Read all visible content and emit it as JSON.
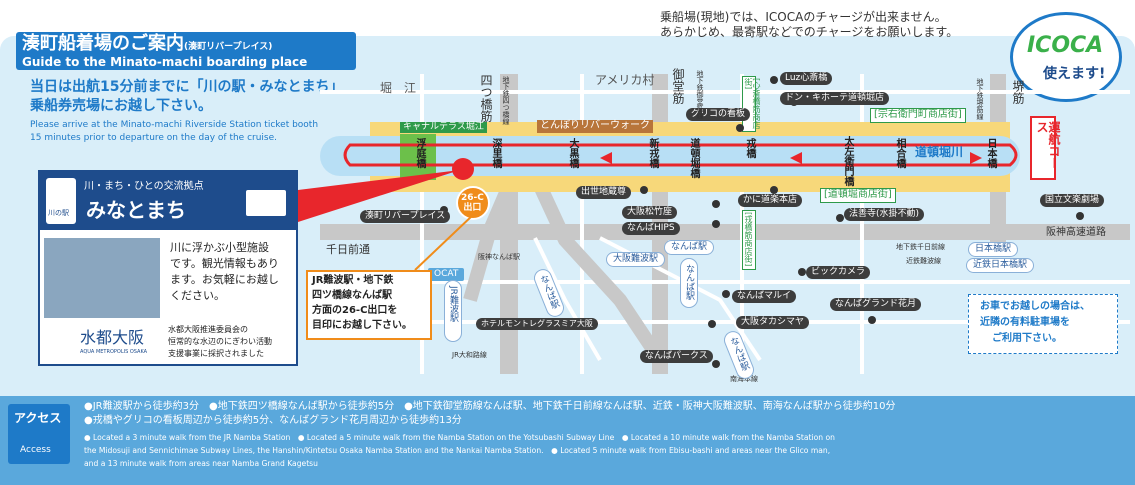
{
  "notice": {
    "line1": "乗船場(現地)では、ICOCAのチャージが出来ません。",
    "line2": "あらかじめ、最寄駅などでのチャージをお願いします。"
  },
  "icoca": {
    "logo": "ICOCA",
    "caption": "使えます!"
  },
  "header": {
    "title": "湊町船着場のご案内",
    "title_sub": "(湊町リバープレイス)",
    "subtitle_en": "Guide to the Minato-machi boarding place",
    "jp_line1": "当日は出航15分前までに「川の駅・みなとまち」",
    "jp_line2": "乗船券売場にお越し下さい。",
    "en_line1": "Please arrive at the Minato-machi Riverside Station ticket booth",
    "en_line2": "15 minutes prior to departure on the day of the cruise."
  },
  "area_labels": {
    "horie": "堀　江",
    "america_mura": "アメリカ村",
    "shinsaibashi_suji_hdr": "[心斎橋筋商店街]",
    "luz": "Luz心斎橋",
    "donki": "ドン・キホーテ道頓堀店",
    "sotoemon": "[宗右衛門町商店街]",
    "canal_terrace": "キャナルテラス堀江",
    "tombori": "とんぼりリバーウォーク",
    "glico_sign": "グリコの看板",
    "dotonbori_river": "道頓堀川",
    "route_label": "運航コース",
    "dotonbori_shopping": "[道頓堀商店街]",
    "ebisubashi_suji": "[戎橋筋商店街]",
    "kani": "かに道楽本店",
    "hozenji": "法善寺(水掛不動)",
    "shusse": "出世地蔵尊",
    "matsuzakaya": "大阪松竹座",
    "namba_hips": "なんばHIPS",
    "minato_riverplace": "湊町リバープレイス",
    "exit_26c": "26-C\n出口",
    "sennichimae": "千日前通",
    "hanshin_expy": "阪神高速道路",
    "kokuritsu": "国立文楽劇場",
    "bic": "ビックカメラ",
    "marui": "なんばマルイ",
    "grand_kagetsu": "なんばグランド花月",
    "takashimaya": "大阪タカシマヤ",
    "parks": "なんばパークス",
    "monterey": "ホテルモントレグラスミア大阪",
    "ocat": "OCAT",
    "jr_namba_v": "JR難波駅",
    "hanshin_namba": "阪神なんば駅",
    "jr_yamatoji": "JR大和路線",
    "nankai_main": "南海本線",
    "midosuji": "御堂筋",
    "yotsuhashi": "四つ橋筋",
    "sakaisuji": "堺筋",
    "subway_yotsuhashi": "地下鉄四つ橋線",
    "subway_midosuji": "地下鉄御堂筋線",
    "subway_sakaisuji": "地下鉄堺筋線",
    "nippombashi_station": "日本橋駅",
    "kintetsu_nippombashi": "近鉄日本橋駅",
    "subway_sennichimae": "地下鉄千日前線",
    "kintetsu_namba_line": "近鉄難波線",
    "namba_eki": "なんば駅",
    "osaka_namba": "大阪難波駅",
    "namba_v1": "なんば駅",
    "namba_v2": "なんば駅",
    "namba_v3": "なんば駅",
    "parking_1": "お車でお越しの場合は、",
    "parking_2": "近隣の有料駐車場を",
    "parking_3": "ご利用下さい。"
  },
  "bridges": [
    "浮庭橋",
    "深里橋",
    "大黒橋",
    "新戎橋",
    "道頓堀橋",
    "戎橋",
    "太左衛門橋",
    "相合橋",
    "日本橋"
  ],
  "info_box": {
    "tagline": "川・まち・ひとの交流拠点",
    "logo_text": "川の駅",
    "name": "みなとまち",
    "desc1": "川に浮かぶ小型施設",
    "desc2": "です。観光情報もあり",
    "desc3": "ます。お気軽にお越し",
    "desc4": "ください。",
    "suito": "水都大阪",
    "suito_en": "AQUA METROPOLIS OSAKA",
    "support1": "水都大阪推進委員会の",
    "support2": "恒常的な水辺のにぎわい活動",
    "support3": "支援事業に採択されました"
  },
  "jr_callout": {
    "line1": "JR難波駅・地下鉄",
    "line2": "四ツ橋線なんば駅",
    "line3": "方面の26-C出口を",
    "line4": "目印にお越し下さい。"
  },
  "access": {
    "label_jp": "アクセス",
    "label_en": "Access",
    "jp1": "●JR難波駅から徒歩約3分　●地下鉄四ツ橋線なんば駅から徒歩約5分　●地下鉄御堂筋線なんば駅、地下鉄千日前線なんば駅、近鉄・阪神大阪難波駅、南海なんば駅から徒歩約10分",
    "jp2": "●戎橋やグリコの看板周辺から徒歩約5分、なんばグランド花月周辺から徒歩約13分",
    "en1": "● Located a 3 minute walk from the JR Namba Station　● Located a 5 minute walk from the Namba Station on the Yotsubashi Subway Line　● Located a 10 minute walk from the Namba Station on",
    "en2": "the Midosuji and Sennichimae Subway Lines, the Hanshin/Kintetsu Osaka Namba Station and the Nankai Namba Station.　● Located 5 minute walk from Ebisu-bashi and areas near the Glico man,",
    "en3": "and a 13 minute walk from areas near Namba Grand Kagetsu"
  },
  "colors": {
    "header_blue": "#1e7ac8",
    "map_bg": "#d9eef9",
    "river": "#b8dff5",
    "route_red": "#e8262c",
    "access_blue": "#5aa8dc",
    "road_gray": "#c8c8c8",
    "green": "#2e9a4a"
  }
}
